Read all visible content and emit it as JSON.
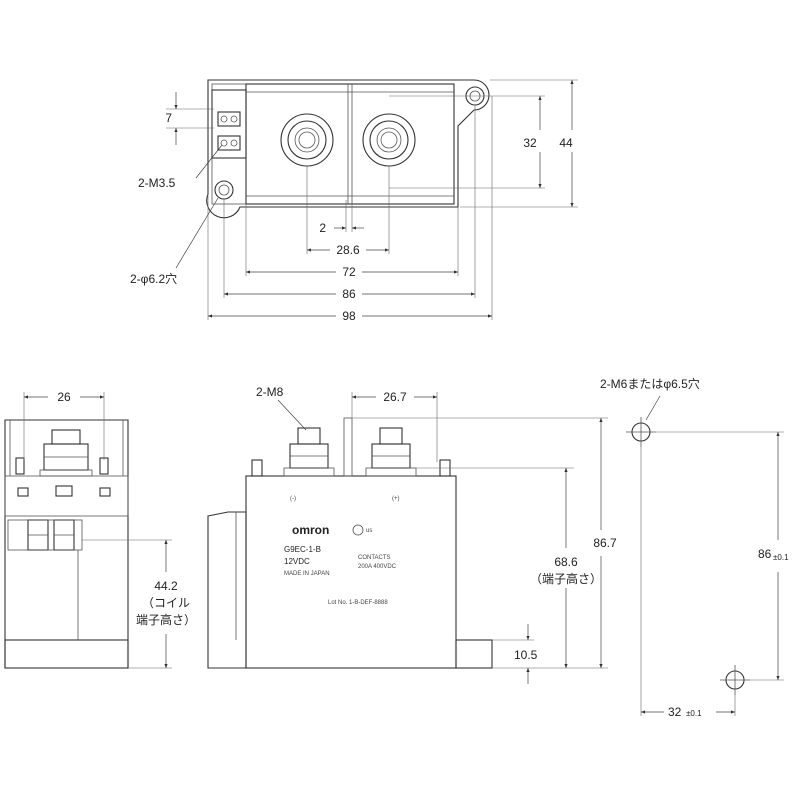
{
  "top_view": {
    "dim_pitch_7": "7",
    "dim_32": "32",
    "dim_44": "44",
    "label_m35": "2-M3.5",
    "dim_2": "2",
    "dim_28_6": "28.6",
    "dim_72": "72",
    "dim_86": "86",
    "dim_98": "98",
    "label_hole": "2-φ6.2穴"
  },
  "side_view_left": {
    "dim_26": "26",
    "dim_44_2": "44.2",
    "coil_note_1": "（コイル",
    "coil_note_2": "端子高さ）"
  },
  "front_view": {
    "label_m8": "2-M8",
    "dim_26_7": "26.7",
    "dim_86_7": "86.7",
    "dim_68_6": "68.6",
    "terminal_note": "（端子高さ）",
    "dim_10_5": "10.5",
    "body_text": {
      "minus": "(-)",
      "plus": "(+)",
      "brand": "omron",
      "model": "G9EC-1-B",
      "voltage": "12VDC",
      "made_in": "MADE IN JAPAN",
      "contacts_1": "CONTACTS",
      "contacts_2": "200A  400VDC",
      "lot": "Lot No. 1-B-DEF-8888"
    }
  },
  "mounting_view": {
    "label_m6": "2-M6またはφ6.5穴",
    "dim_86": "86",
    "tol_86": "±0.1",
    "dim_32": "32",
    "tol_32": "±0.1"
  }
}
